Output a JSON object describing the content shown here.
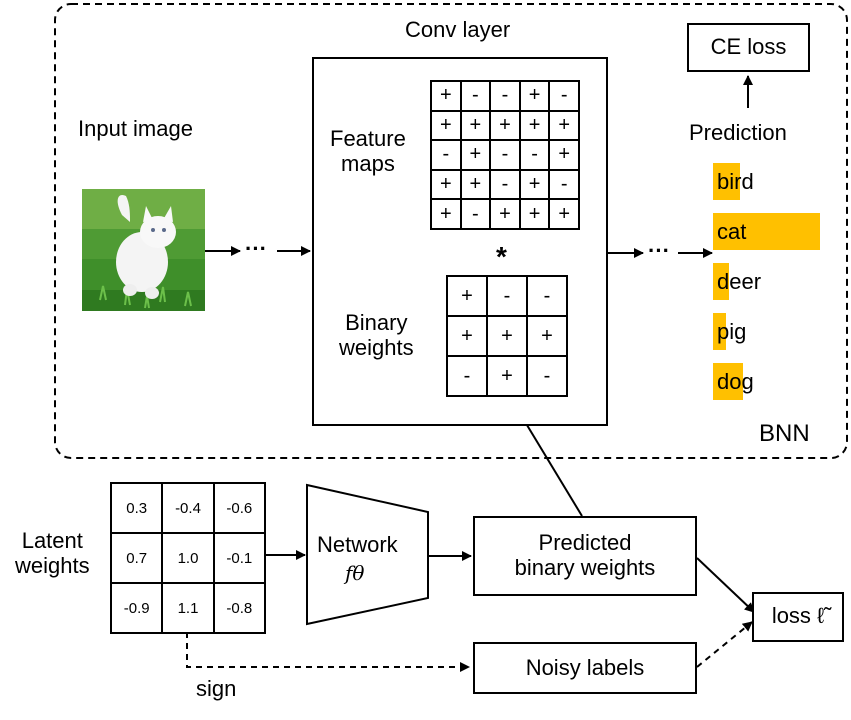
{
  "bnn": {
    "label": "BNN",
    "input_image_label": "Input image",
    "conv_layer_label": "Conv layer",
    "feature_maps_label": "Feature\nmaps",
    "conv_operator": "*",
    "binary_weights_label": "Binary\nweights",
    "ellipsis": "···",
    "prediction_label": "Prediction",
    "ce_loss_label": "CE loss"
  },
  "feature_maps": [
    [
      "+",
      "-",
      "-",
      "+",
      "-"
    ],
    [
      "+",
      "+",
      "+",
      "+",
      "+"
    ],
    [
      "-",
      "+",
      "-",
      "-",
      "+"
    ],
    [
      "+",
      "+",
      "-",
      "+",
      "-"
    ],
    [
      "+",
      "-",
      "+",
      "+",
      "+"
    ]
  ],
  "binary_weights": [
    [
      "+",
      "-",
      "-"
    ],
    [
      "+",
      "+",
      "+"
    ],
    [
      "-",
      "+",
      "-"
    ]
  ],
  "prediction_bars": [
    {
      "label": "bird",
      "score": 0.25
    },
    {
      "label": "cat",
      "score": 1.0
    },
    {
      "label": "deer",
      "score": 0.15
    },
    {
      "label": "pig",
      "score": 0.12
    },
    {
      "label": "dog",
      "score": 0.28
    }
  ],
  "latent_weights_label": "Latent\nweights",
  "latent_weights": [
    [
      "0.3",
      "-0.4",
      "-0.6"
    ],
    [
      "0.7",
      "1.0",
      "-0.1"
    ],
    [
      "-0.9",
      "1.1",
      "-0.8"
    ]
  ],
  "network_label": "Network",
  "network_symbol": "fθ",
  "predicted_binary_weights_label": "Predicted\nbinary weights",
  "noisy_labels_label": "Noisy labels",
  "loss_label": "loss ℓ̃",
  "sign_label": "sign",
  "colors": {
    "bar": "#ffc000",
    "grass": "#3f8f2a",
    "cat": "#f4f4f4"
  }
}
